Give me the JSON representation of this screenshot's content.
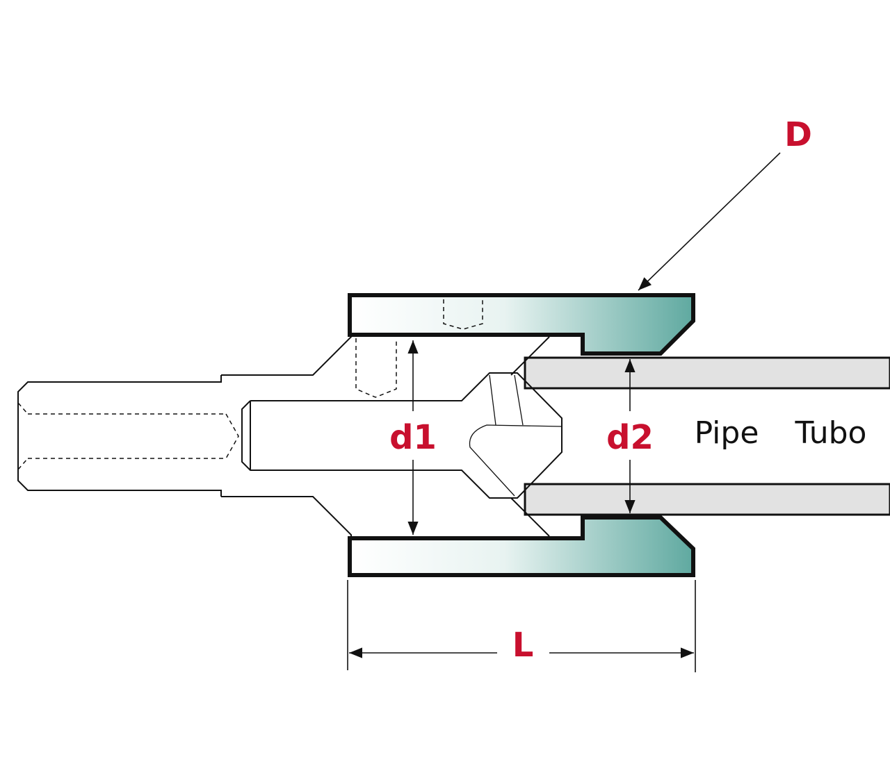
{
  "labels": {
    "D": "D",
    "d1": "d1",
    "d2": "d2",
    "L": "L",
    "pipe": "Pipe",
    "tubo": "Tubo"
  },
  "colors": {
    "dimension_label": "#c8102e",
    "ring_gradient_start": "#ffffff",
    "ring_gradient_end": "#5fa9a0",
    "pipe_wall": "#e2e2e2",
    "outline": "#111111"
  }
}
